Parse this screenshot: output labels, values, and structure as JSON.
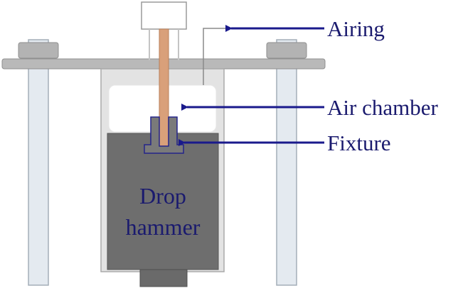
{
  "labels": {
    "airing": "Airing",
    "air_chamber": "Air chamber",
    "fixture": "Fixture",
    "hammer_line1": "Drop",
    "hammer_line2": "hammer"
  },
  "colors": {
    "text": "#1a1a6e",
    "arrow": "#1a1a8c",
    "rod_fill": "#d9a07a",
    "hammer_fill": "#6e6e6e",
    "frame_fill": "#b9b9b9",
    "post_fill": "#e4eaf0",
    "chamber_fill": "#ffffff",
    "casing_fill": "#e3e3e3"
  }
}
